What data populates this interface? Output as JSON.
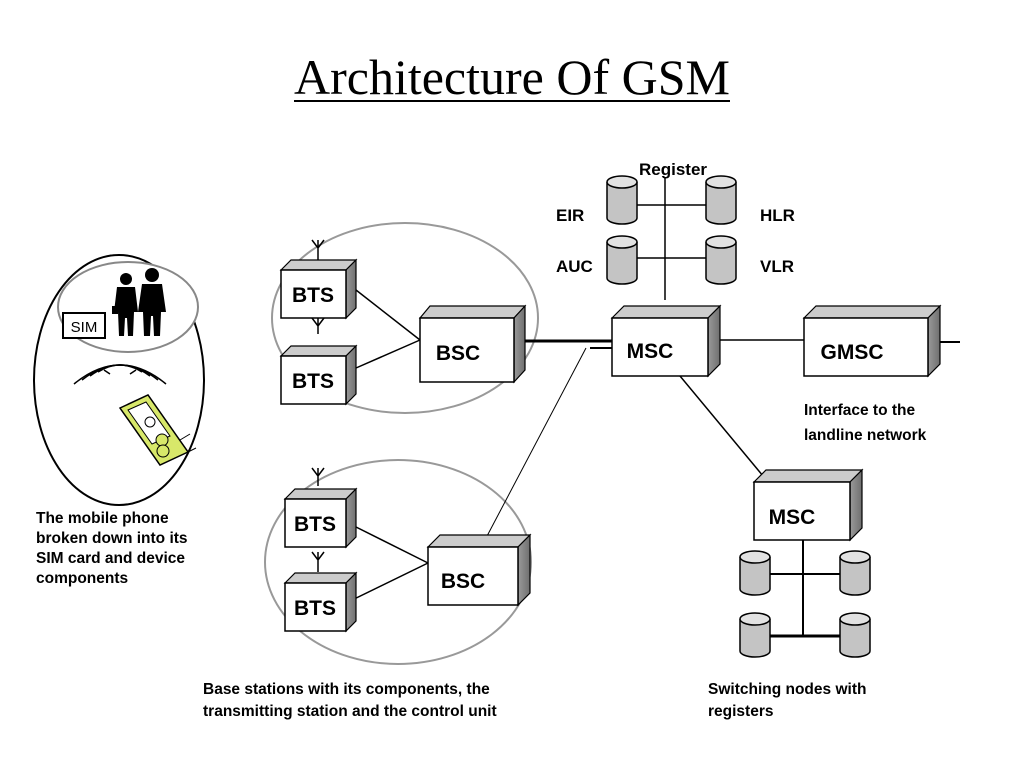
{
  "title": "Architecture Of GSM",
  "phone": {
    "sim_label": "SIM",
    "caption_lines": [
      "The mobile phone",
      "broken down into its",
      "SIM card and device",
      "components"
    ]
  },
  "registers": {
    "group_label": "Register",
    "left_top": "EIR",
    "left_bottom": "AUC",
    "right_top": "HLR",
    "right_bottom": "VLR"
  },
  "base_station_top": {
    "bts_1": "BTS",
    "bts_2": "BTS",
    "bsc": "BSC"
  },
  "base_station_bottom": {
    "bts_1": "BTS",
    "bts_2": "BTS",
    "bsc": "BSC"
  },
  "base_station_caption_lines": [
    "Base stations with its components, the",
    "transmitting station and the control unit"
  ],
  "msc_main": "MSC",
  "gmsc": "GMSC",
  "gmsc_caption_lines": [
    "Interface to the",
    "landline network"
  ],
  "msc_secondary": "MSC",
  "switching_caption_lines": [
    "Switching nodes with",
    "registers"
  ]
}
